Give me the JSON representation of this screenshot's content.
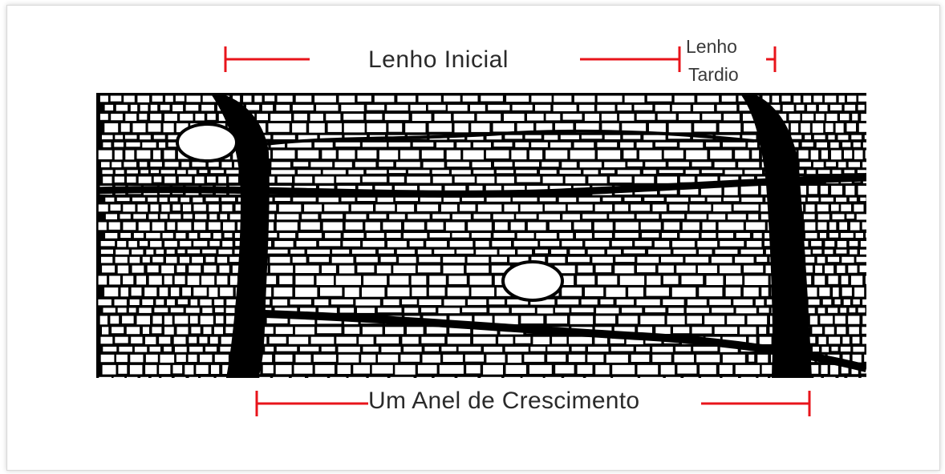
{
  "labels": {
    "early_wood": "Lenho Inicial",
    "late_wood_line1": "Lenho",
    "late_wood_line2": "Tardio",
    "growth_ring": "Um Anel de Crescimento"
  },
  "colors": {
    "bracket": "#e8141b",
    "ink": "#000000",
    "cell": "#ffffff",
    "text": "#2a2a2a"
  }
}
